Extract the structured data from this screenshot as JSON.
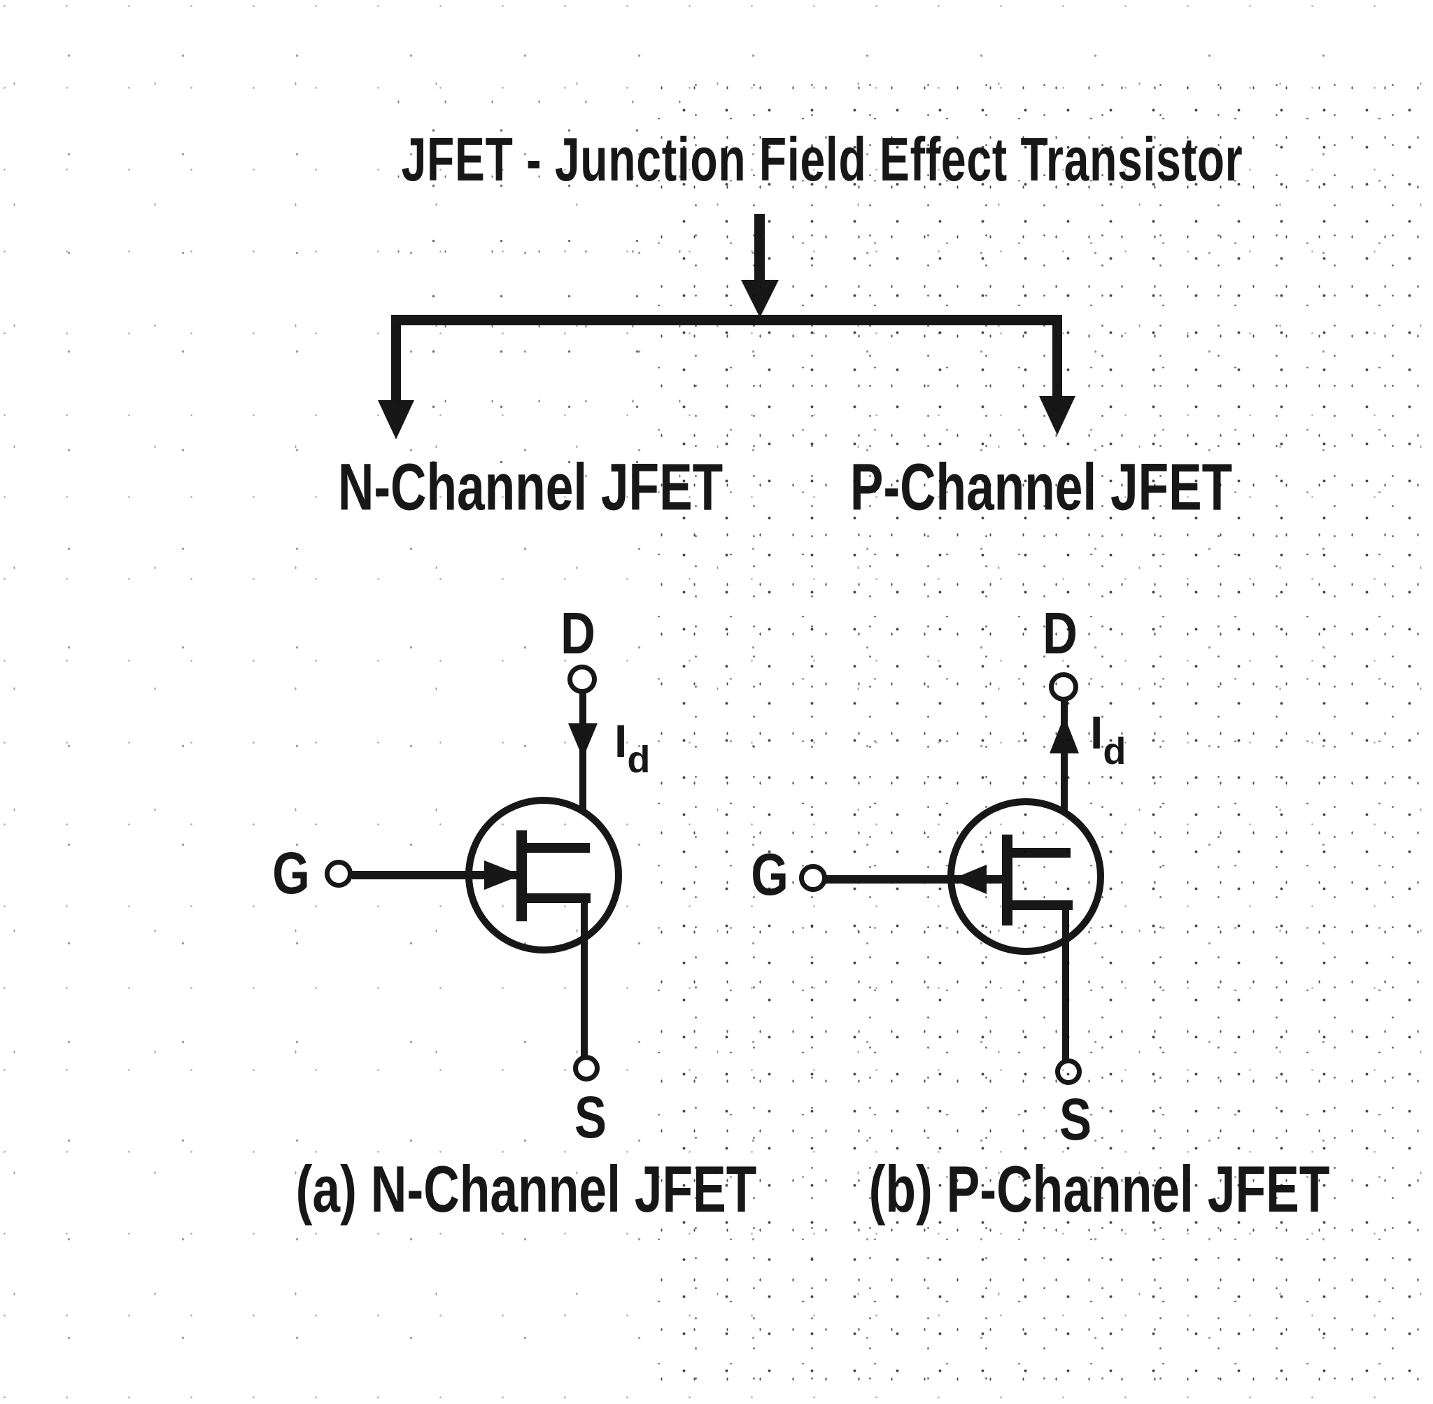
{
  "diagram": {
    "title": "JFET - Junction Field Effect Transistor",
    "tree": {
      "branches": [
        {
          "label": "N-Channel JFET"
        },
        {
          "label": "P-Channel JFET"
        }
      ]
    },
    "symbols": [
      {
        "caption": "(a) N-Channel JFET",
        "drain_label": "D",
        "gate_label": "G",
        "source_label": "S",
        "drain_current_label": "I",
        "drain_current_subscript": "d",
        "drain_current_arrow": "down",
        "gate_arrow": "pointing-into-channel"
      },
      {
        "caption": "(b) P-Channel JFET",
        "drain_label": "D",
        "gate_label": "G",
        "source_label": "S",
        "drain_current_label": "I",
        "drain_current_subscript": "d",
        "drain_current_arrow": "up",
        "gate_arrow": "pointing-out-of-channel"
      }
    ],
    "colors": {
      "ink": "#171717",
      "paper": "#ffffff"
    }
  }
}
